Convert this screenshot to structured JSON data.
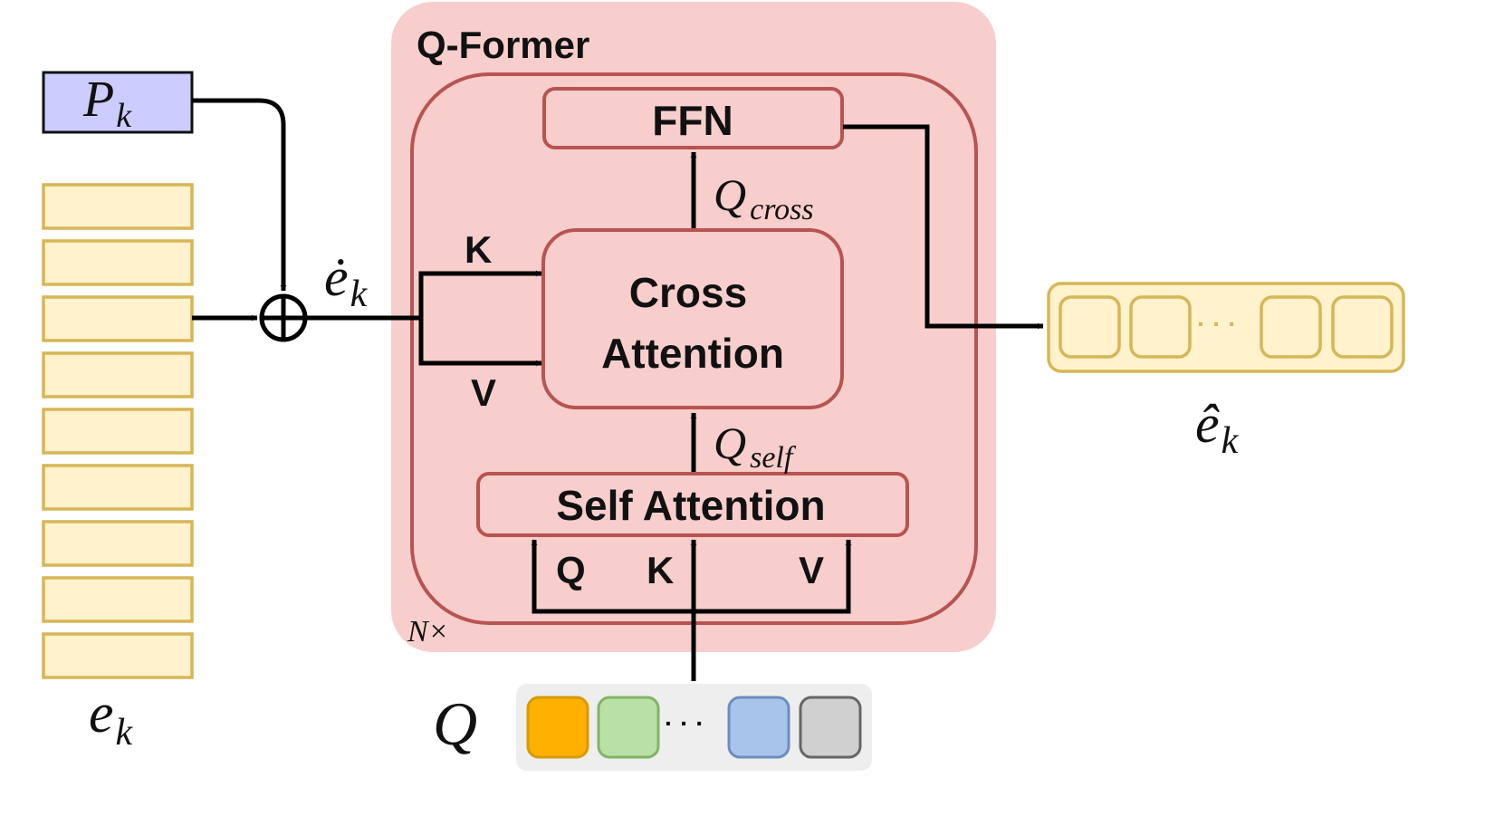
{
  "qformer": {
    "title": "Q-Former",
    "repeat": "N×",
    "ffn": "FFN",
    "cross_attention": [
      "Cross",
      "Attention"
    ],
    "self_attention": "Self Attention",
    "cross_inputs": {
      "k": "K",
      "v": "V"
    },
    "self_inputs": {
      "q": "Q",
      "k": "K",
      "v": "V"
    },
    "q_cross": {
      "base": "Q",
      "sub": "cross"
    },
    "q_self": {
      "base": "Q",
      "sub": "self"
    }
  },
  "prompt": {
    "base": "P",
    "sub": "k"
  },
  "embedding": {
    "base": "e",
    "sub": "k",
    "token_count": 9
  },
  "dot_embedding": {
    "base": "ė",
    "sub": "k"
  },
  "output": {
    "base": "ê",
    "sub": "k",
    "ellipsis": "· · ·"
  },
  "queries": {
    "label": "Q",
    "ellipsis": "· · ·"
  },
  "colors": {
    "qformer_bg": "#f8cecc",
    "qformer_border": "#b85450",
    "prompt_fill": "#ccccff",
    "token_fill": "#fff2cc",
    "token_border": "#d6b656",
    "query_orange": "#ffb000",
    "query_green": "#b9e0a5",
    "query_blue": "#a9c4eb",
    "query_gray": "#d0d0d0",
    "query_panel": "#eeeeee"
  }
}
